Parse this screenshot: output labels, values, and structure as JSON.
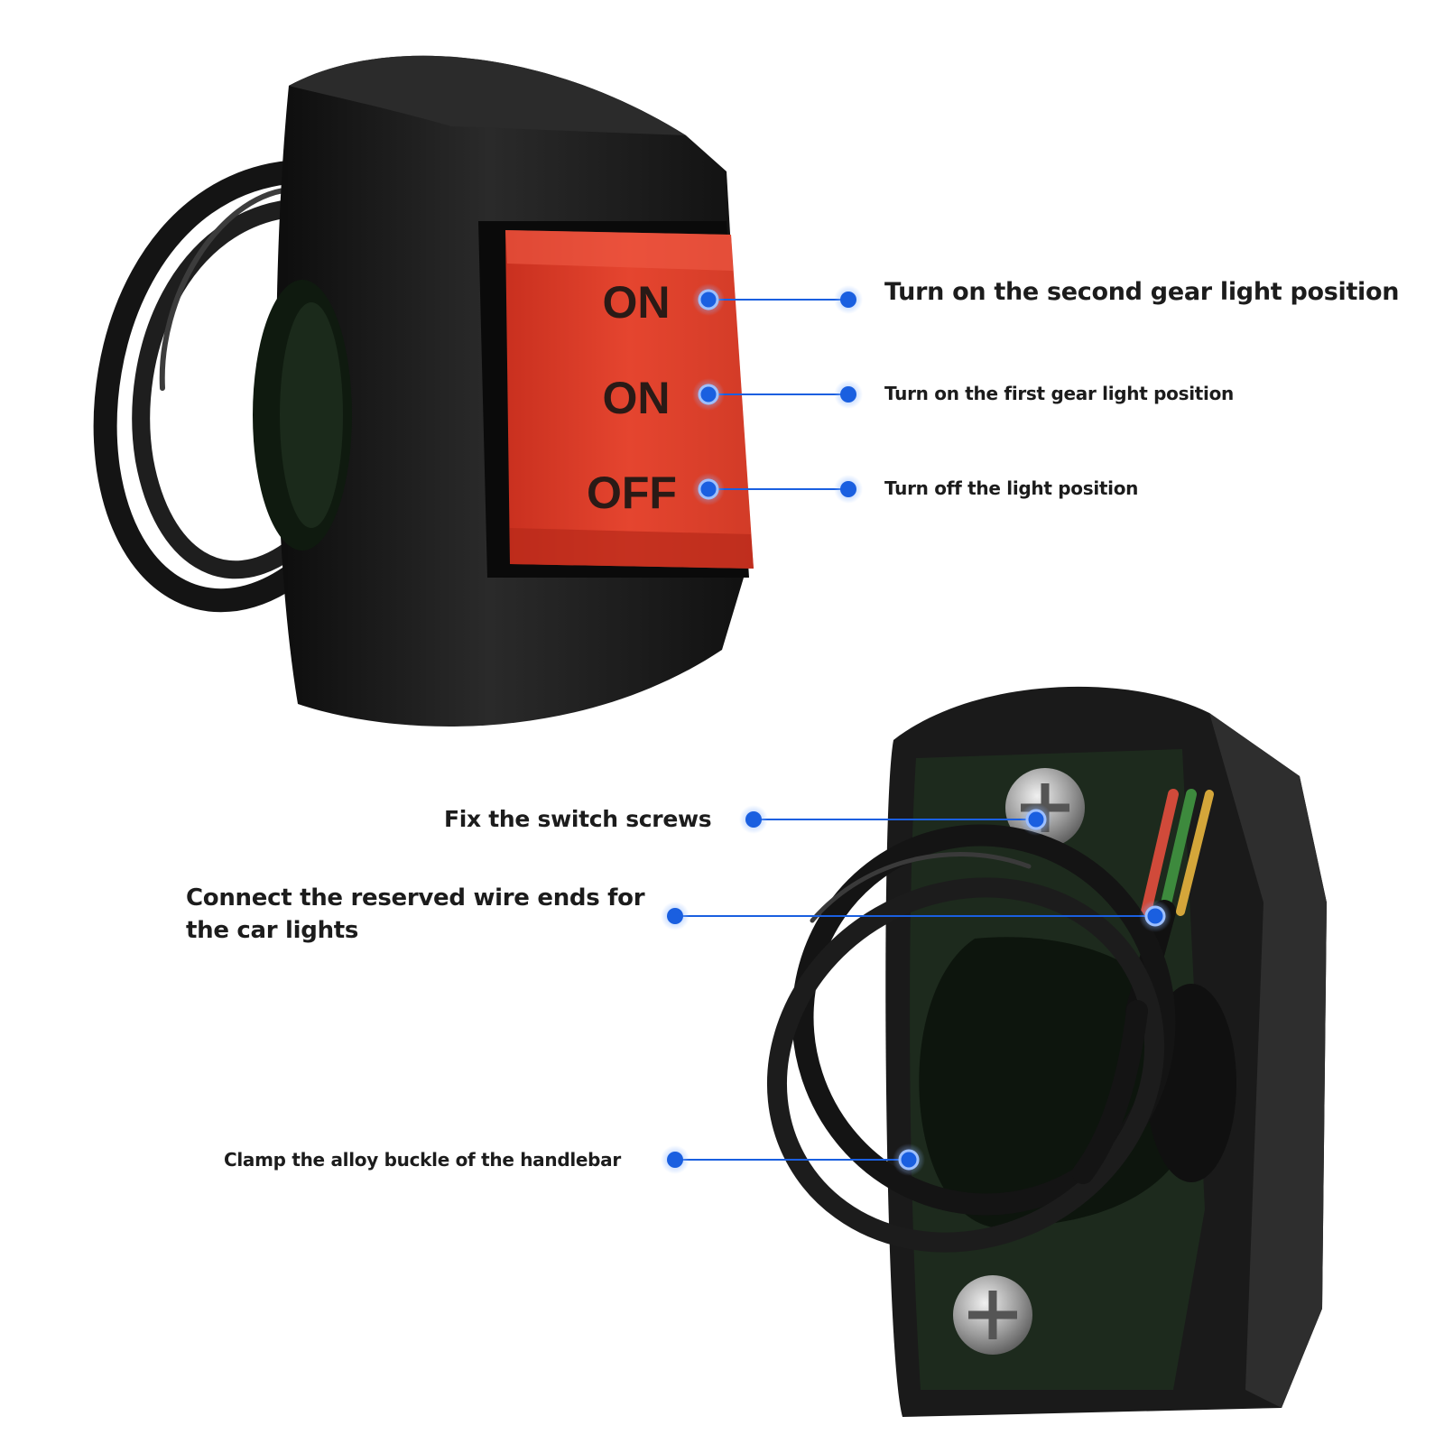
{
  "switch_labels": {
    "top": "ON",
    "middle": "ON",
    "bottom": "OFF"
  },
  "callouts": {
    "second_gear": "Turn on the second gear light position",
    "first_gear": "Turn on the first gear light position",
    "off": "Turn off the light position",
    "screws": "Fix the switch screws",
    "wire_line1": "Connect the reserved wire ends for",
    "wire_line2": "the car lights",
    "clamp": "Clamp the alloy buckle of the handlebar"
  },
  "colors": {
    "rocker_red": "#e0402e",
    "housing_black": "#1b1b1b",
    "bracket_green": "#1e2a1e",
    "marker_blue": "#1a5fe0"
  },
  "icons": {
    "screw_top": "phillips-screw-icon",
    "screw_bottom": "phillips-screw-icon"
  }
}
